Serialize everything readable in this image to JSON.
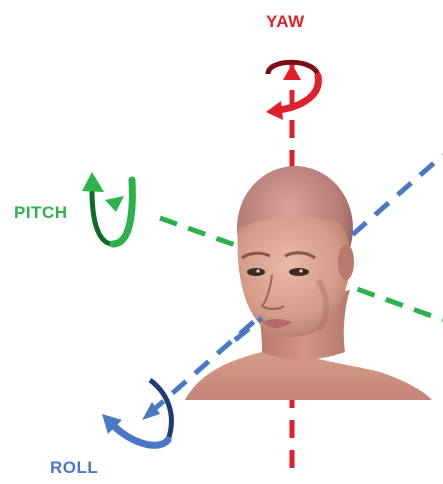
{
  "labels": {
    "yaw": "YAW",
    "pitch": "PITCH",
    "roll": "ROLL"
  },
  "colors": {
    "yaw": "#e0202a",
    "yaw_dark": "#7a1014",
    "pitch": "#2bb24c",
    "pitch_dark": "#0f6b2a",
    "roll": "#4a78c4",
    "roll_dark": "#1d3c78",
    "skin": "#d49a88",
    "skin_shadow": "#a86e62",
    "scalp": "#b57b76",
    "lips": "#b46a6a",
    "background": "#ffffff"
  },
  "icons": [
    "yaw-rotation-arrow-icon",
    "pitch-rotation-arrow-icon",
    "roll-rotation-arrow-icon",
    "head-bust-illustration"
  ]
}
